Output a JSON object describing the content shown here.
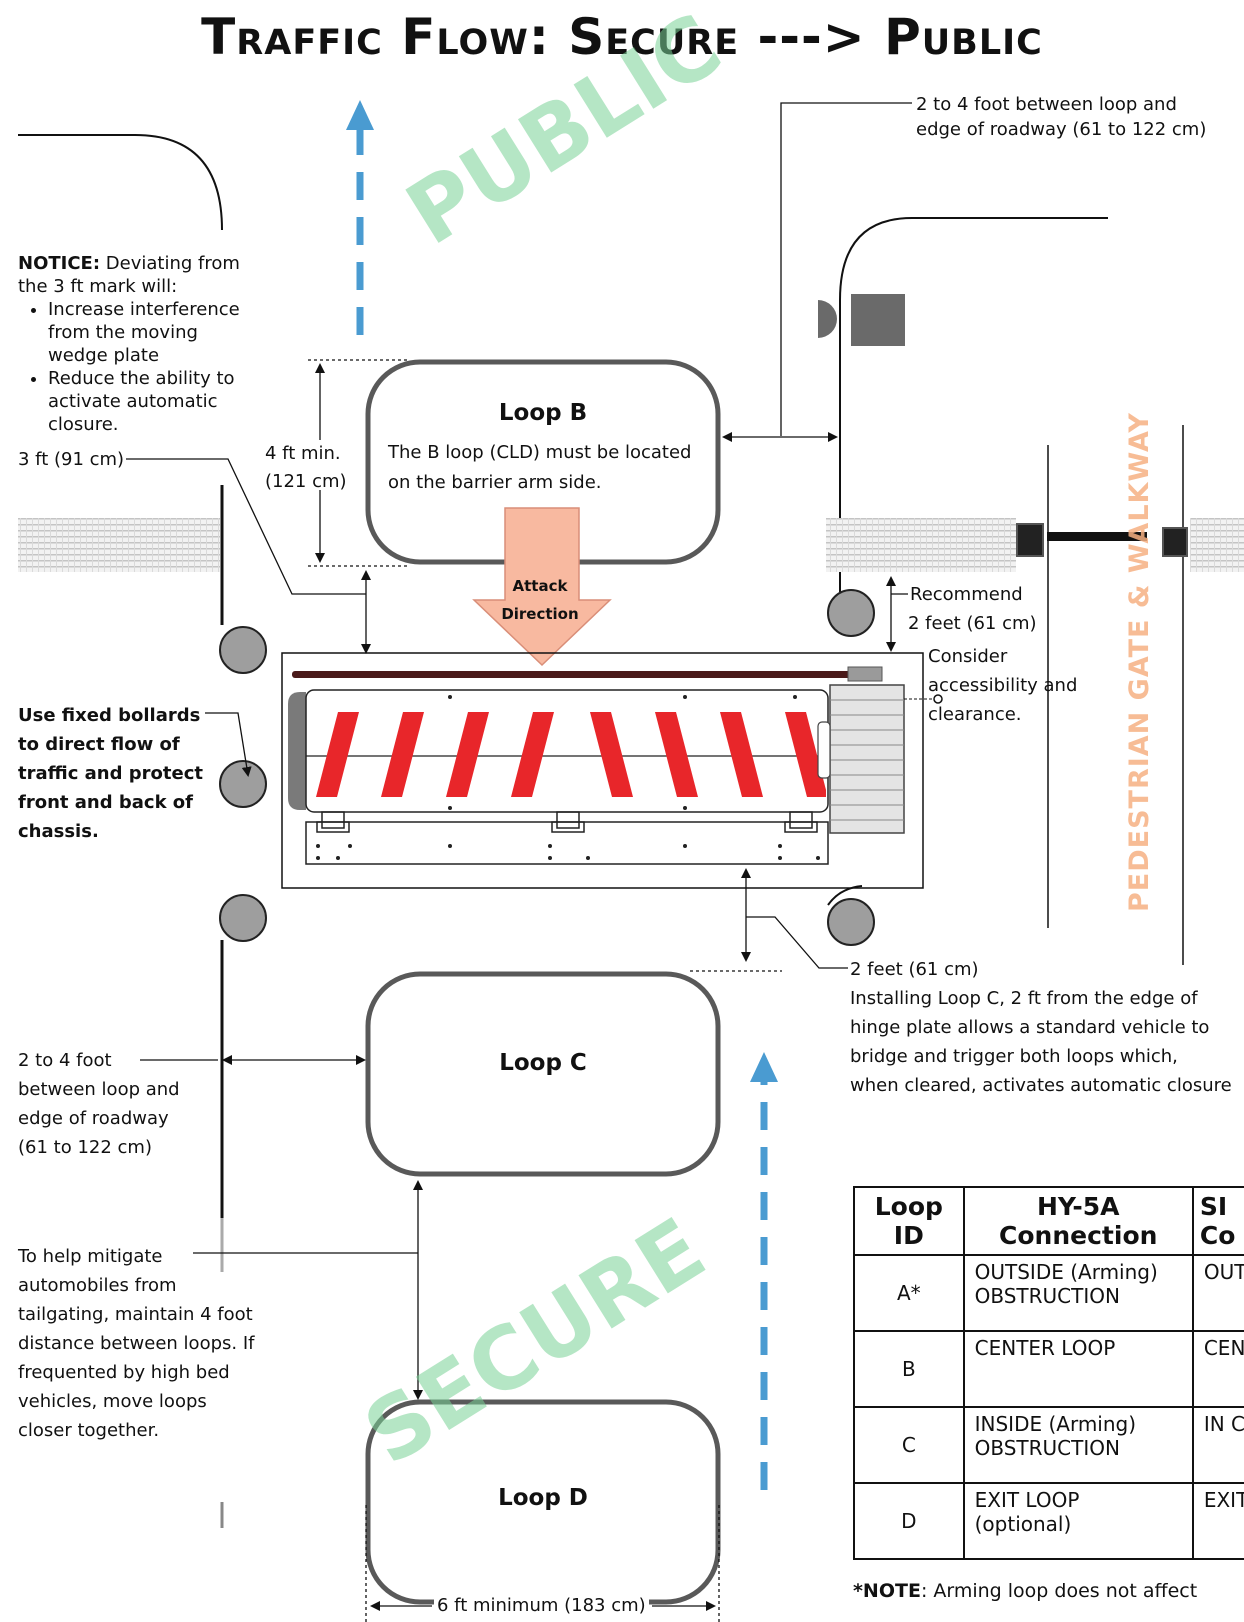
{
  "title": "Traffic Flow: Secure  ---> Public",
  "watermarks": {
    "public": "PUBLIC",
    "secure": "SECURE",
    "pedestrian": "PEDESTRIAN GATE & WALKWAY"
  },
  "loops": {
    "b": {
      "title": "Loop B",
      "text": "The B loop (CLD) must be located on the barrier arm side."
    },
    "c": {
      "title": "Loop C"
    },
    "d": {
      "title": "Loop D"
    }
  },
  "attack": {
    "line1": "Attack",
    "line2": "Direction"
  },
  "notice": {
    "label": "NOTICE:",
    "text": "Deviating from the 3 ft mark will:",
    "bullets": [
      "Increase interference from the moving wedge plate",
      "Reduce the ability to activate automatic closure."
    ]
  },
  "labels": {
    "three_ft": "3 ft (91 cm)",
    "four_ft_min": "4 ft min.",
    "four_ft_cm": "(121 cm)",
    "top_right_1": "2 to 4 foot between loop and",
    "top_right_2": "edge of roadway (61 to 122 cm)",
    "recommend_1": "Recommend",
    "recommend_2": "2 feet (61 cm)",
    "consider_1": "Consider",
    "consider_2": "accessibility and",
    "consider_3": "clearance.",
    "bollards": "Use fixed bollards to direct flow of traffic and protect front and back of chassis.",
    "left_mid_1": "2 to 4 foot",
    "left_mid_2": "between loop and",
    "left_mid_3": "edge of roadway",
    "left_mid_4": "(61 to 122 cm)",
    "two_feet": "2 feet (61 cm)",
    "installing_1": "Installing Loop C, 2 ft from the edge of",
    "installing_2": "hinge plate allows a standard vehicle to",
    "installing_3": "bridge and trigger both loops which,",
    "installing_4": "when cleared, activates automatic closure",
    "tailgate": "To help mitigate automobiles from tailgating, maintain 4 foot distance between loops. If frequented by high bed vehicles, move loops closer together.",
    "six_ft": "6 ft minimum (183 cm)"
  },
  "table": {
    "headers": {
      "loop_1": "Loop",
      "loop_2": "ID",
      "hy_1": "HY-5A",
      "hy_2": "Connection",
      "s_1": "SI",
      "s_2": "Co"
    },
    "rows": [
      {
        "id": "A*",
        "hy_1": "OUTSIDE (Arming)",
        "hy_2": "OBSTRUCTION",
        "s": "OUT"
      },
      {
        "id": "B",
        "hy_1": "CENTER LOOP",
        "hy_2": "",
        "s": "CEN"
      },
      {
        "id": "C",
        "hy_1": "INSIDE (Arming)",
        "hy_2": "OBSTRUCTION",
        "s": "IN C"
      },
      {
        "id": "D",
        "hy_1": "EXIT LOOP",
        "hy_2": "(optional)",
        "s": "EXIT"
      }
    ],
    "footnote_label": "*NOTE",
    "footnote_text": ": Arming loop does not affect"
  },
  "colors": {
    "flow_arrow": "#4a9bd1",
    "stripe": "#e8262a",
    "attack_arrow": "#f8b9a0",
    "loop_border": "#595959"
  }
}
